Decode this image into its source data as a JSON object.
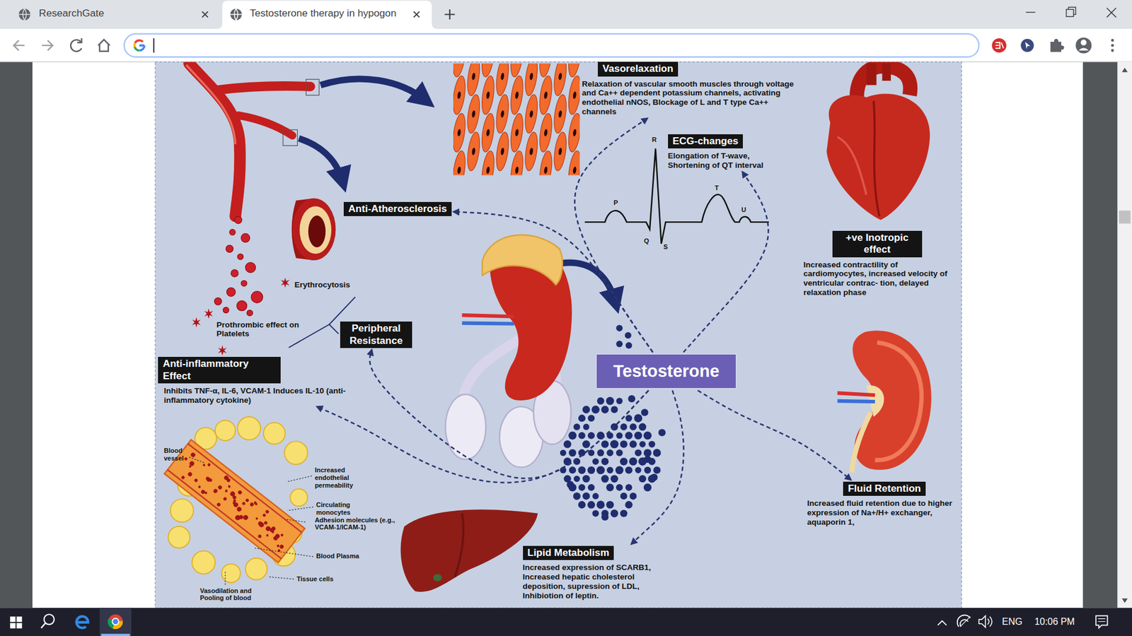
{
  "diagram": {
    "nodes": [
      {
        "text": [
          "Vasorelaxation",
          "Relaxation of vascular smooth muscles through voltage and Ca++ dependent potassium channels, activating endothelial nNOS, Blockage of L and T type Ca++ channels"
        ]
      },
      {
        "text": [
          "ECG-changes",
          "Elongation of T-wave, Shortening of QT interval"
        ]
      },
      {
        "text": [
          "Anti-Atherosclerosis"
        ]
      },
      {
        "text": [
          "+ve Inotropic effect",
          "Increased contractility of cardiomyocytes, increased velocity of ventricular contrac- tion, delayed relaxation phase"
        ]
      },
      {
        "text": [
          "Peripheral Resistance"
        ]
      },
      {
        "text": [
          "Anti-inflammatory Effect",
          "Inhibits TNF-α, IL-6, VCAM-1 Induces IL-10 (anti-inflammatory cytokine)"
        ]
      },
      {
        "text": [
          "Testosterone"
        ]
      },
      {
        "text": [
          "Fluid Retention",
          "Increased fluid retention due to higher expression of Na+/H+ exchanger, aquaporin 1,"
        ]
      },
      {
        "text": [
          "Lipid Metabolism",
          "Increased expression of SCARB1, Increased hepatic cholesterol deposition, supression of LDL, Inhibiotion of leptin."
        ]
      }
    ],
    "edges": [
      {
        "from": 6,
        "to": 0,
        "arrow": "to"
      },
      {
        "from": 6,
        "to": 2,
        "arrow": "to"
      },
      {
        "from": 6,
        "to": 1,
        "arrow": "to"
      },
      {
        "from": 6,
        "to": 4,
        "arrow": "to"
      },
      {
        "from": 6,
        "to": 5,
        "arrow": "to"
      },
      {
        "from": 6,
        "to": 8,
        "arrow": "to"
      },
      {
        "from": 6,
        "to": 7,
        "arrow": "to"
      }
    ],
    "labels": [
      "ResearchGate",
      "Testosterone therapy in hypogon",
      "R",
      "P",
      "Q",
      "S",
      "T",
      "U",
      "Erythrocytosis",
      "Prothrombic effect on Platelets",
      "Blood vessel",
      "Increased endothelial permeability",
      "Circulating monocytes",
      "Adhesion molecules (e.g., VCAM-1/ICAM-1)",
      "Blood Plasma",
      "Tissue cells",
      "Vasodilation and Pooling of blood",
      "ENG",
      "10:06 PM"
    ]
  }
}
